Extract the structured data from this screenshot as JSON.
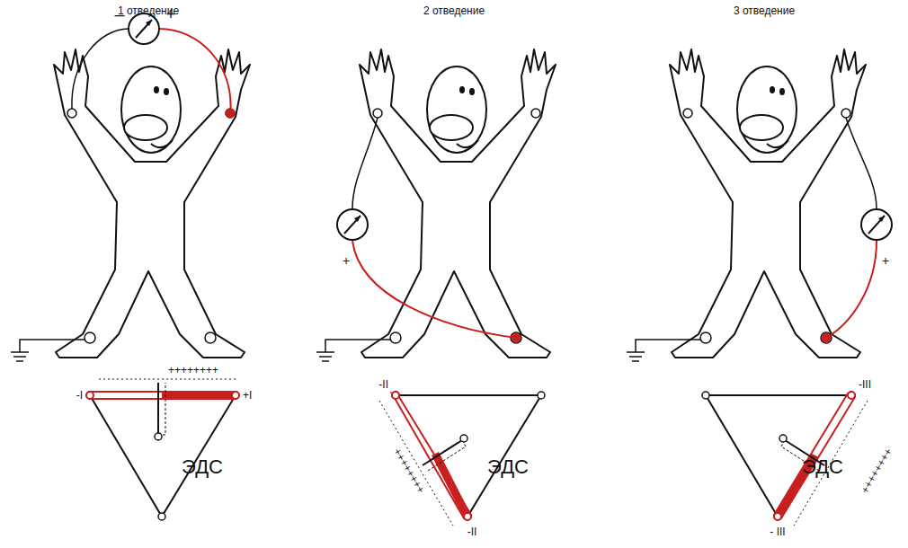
{
  "diagram": {
    "labels": [
      "1 отведение",
      "2 отведение",
      "3 отведение",
      "–",
      "+",
      "+",
      "+",
      "-I",
      "+I",
      "++++++++",
      "ЭДС",
      "-II",
      "-II",
      "++++++++",
      "ЭДС",
      "-III",
      "- III",
      "++++++++",
      "ЭДС"
    ]
  }
}
